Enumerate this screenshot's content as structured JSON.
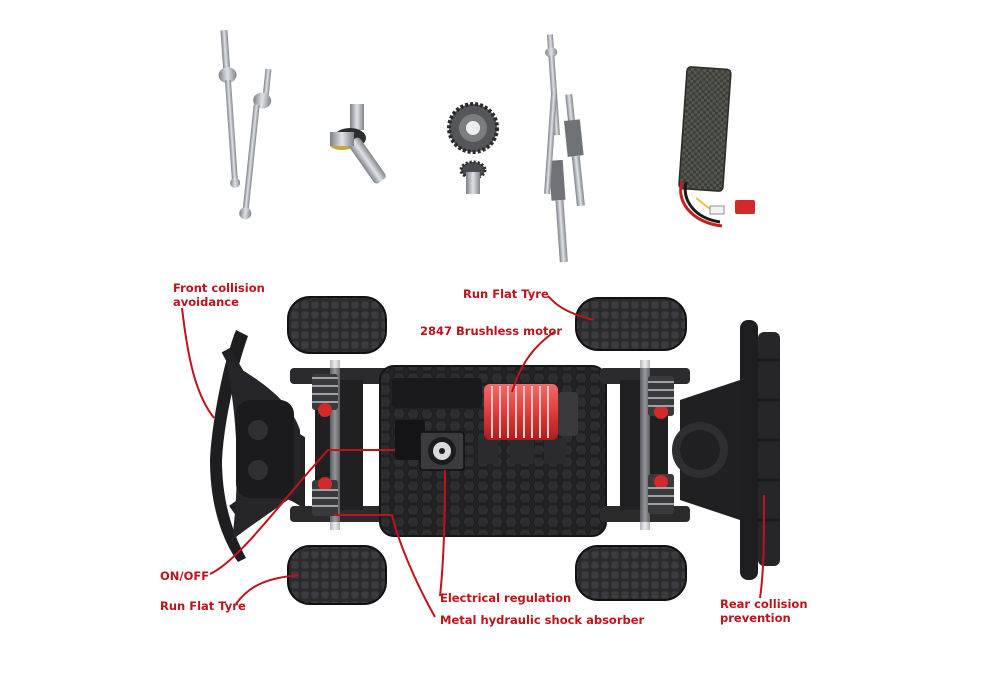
{
  "labels": {
    "front_collision_line1": "Front collision",
    "front_collision_line2": "avoidance",
    "run_flat_tyre_top": "Run Flat Tyre",
    "brushless_motor": "2847 Brushless motor",
    "on_off": "ON/OFF",
    "run_flat_tyre_bottom": "Run Flat Tyre",
    "electrical_regulation": "Electrical regulation",
    "shock_absorber": "Metal hydraulic shock absorber",
    "rear_collision_line1": "Rear collision",
    "rear_collision_line2": "prevention"
  },
  "colors": {
    "callout": "#c0121b",
    "chassis": "#1c1c1e",
    "tyre": "#2a2a2c",
    "metal": "#a9acb1",
    "motor_red": "#e23b3b"
  },
  "parts_shown": [
    "drive-shaft-pair",
    "differential-cup",
    "bevel-gear-set",
    "rear-drive-shafts",
    "lipo-battery"
  ]
}
